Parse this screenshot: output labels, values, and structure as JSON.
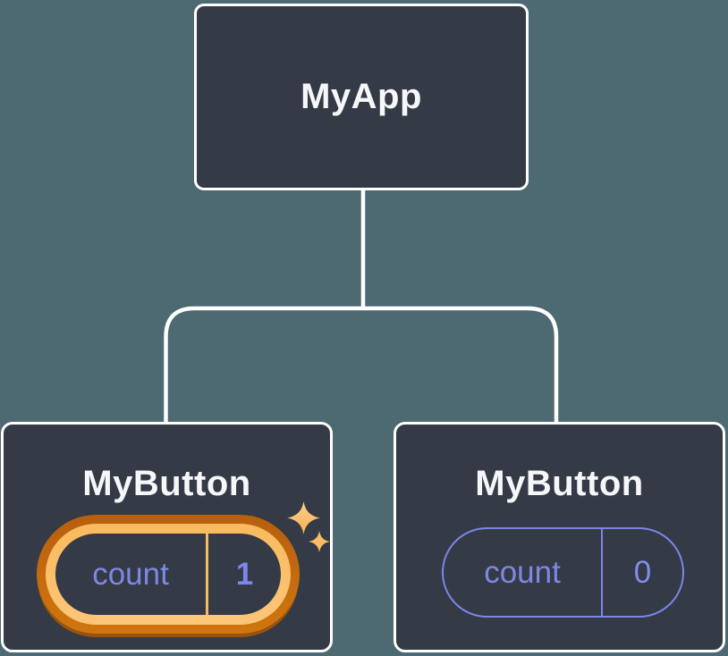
{
  "diagram": {
    "kind": "component-tree",
    "root": {
      "label": "MyApp"
    },
    "children": [
      {
        "label": "MyButton",
        "state_key": "count",
        "state_value": "1",
        "highlighted": true
      },
      {
        "label": "MyButton",
        "state_key": "count",
        "state_value": "0",
        "highlighted": false
      }
    ]
  },
  "icons": {
    "sparkle": "four-point-star"
  },
  "colors": {
    "background": "#4d6972",
    "node_fill": "#343a46",
    "node_border": "#ffffff",
    "connector": "#ffffff",
    "label_text": "#f6f7f9",
    "state_text": "#7e88e2",
    "highlight_ring_outer": "#c2690f",
    "highlight_ring_inner": "#fbc06c",
    "highlight_divider": "#f6ba63",
    "normal_ring": "#7c86e8",
    "sparkle": "#f8bb66"
  }
}
